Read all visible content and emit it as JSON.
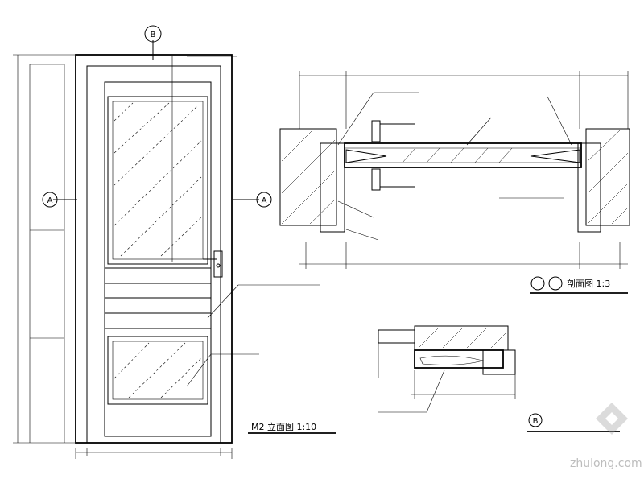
{
  "titles": {
    "elevation": "M2 立面图 1:10",
    "section_a": "剖面图 1:3"
  },
  "markers": {
    "a_left": "A",
    "a_right": "A",
    "b_top": "B",
    "b_label": "B"
  },
  "watermark": "zhulong.com"
}
